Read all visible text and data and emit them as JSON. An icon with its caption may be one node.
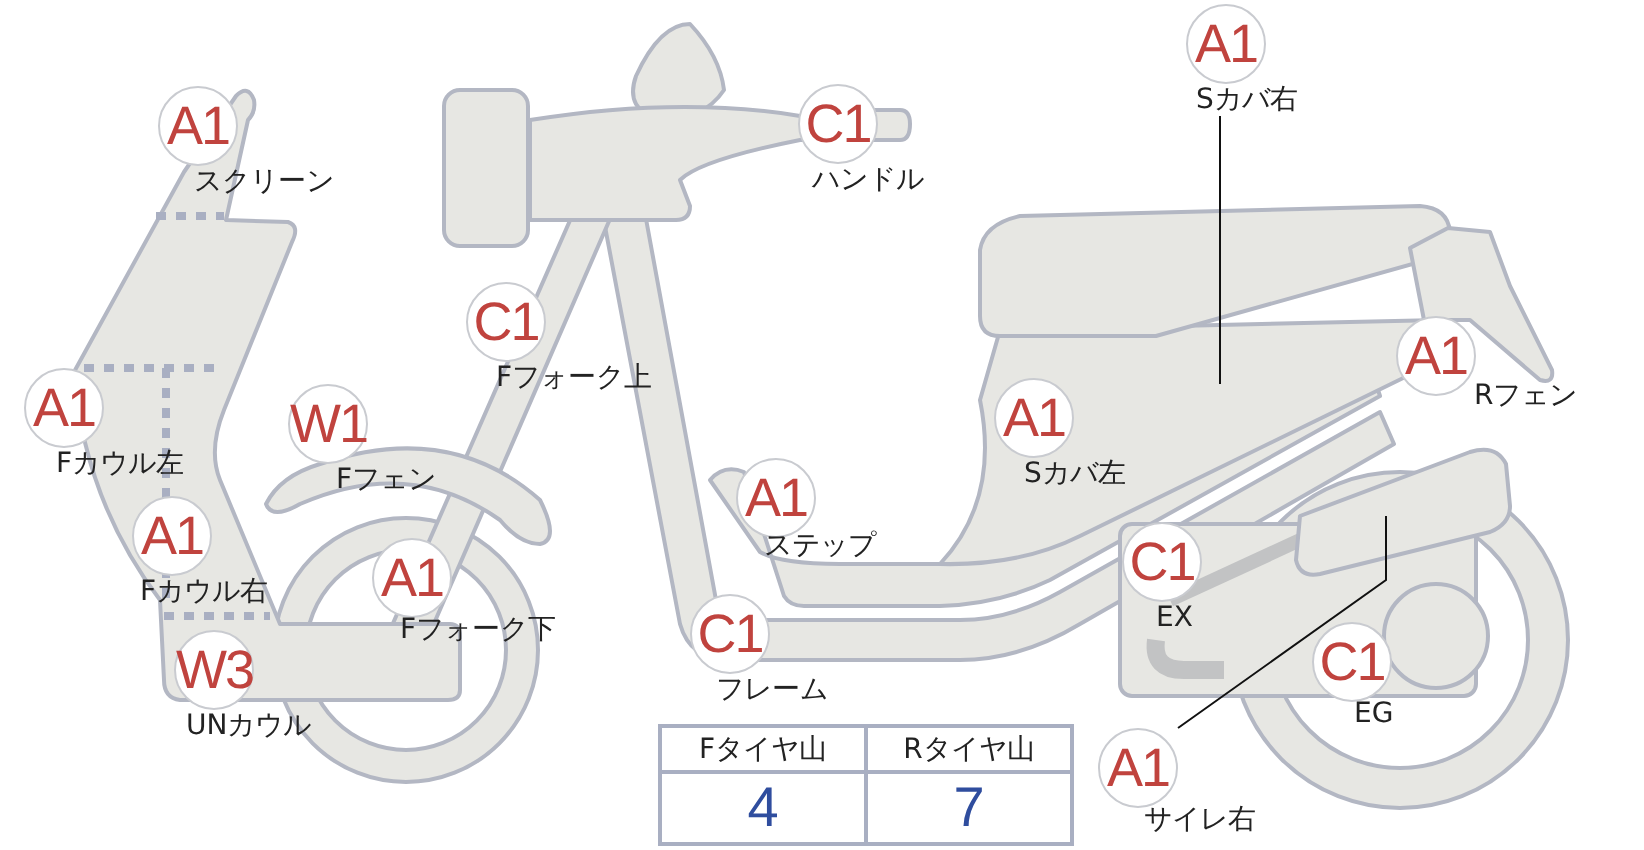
{
  "diagram": {
    "nodes": [
      {
        "text": [
          "A1"
        ],
        "beside": [
          "スクリーン"
        ]
      },
      {
        "text": [
          "C1"
        ],
        "beside": [
          "ハンドル"
        ]
      },
      {
        "text": [
          "A1"
        ],
        "beside": [
          "Sカバ右"
        ]
      },
      {
        "text": [
          "C1"
        ],
        "beside": [
          "Fフォーク上"
        ]
      },
      {
        "text": [
          "A1"
        ],
        "beside": [
          "Rフェン"
        ]
      },
      {
        "text": [
          "A1"
        ],
        "beside": [
          "Fカウル左"
        ]
      },
      {
        "text": [
          "W1"
        ],
        "beside": [
          "Fフェン"
        ]
      },
      {
        "text": [
          "A1"
        ],
        "beside": [
          "Sカバ左"
        ]
      },
      {
        "text": [
          "A1"
        ],
        "beside": [
          "ステップ"
        ]
      },
      {
        "text": [
          "A1"
        ],
        "beside": [
          "Fカウル右"
        ]
      },
      {
        "text": [
          "A1"
        ],
        "beside": [
          "Fフォーク下"
        ]
      },
      {
        "text": [
          "C1"
        ],
        "beside": [
          "EX"
        ]
      },
      {
        "text": [
          "C1"
        ],
        "beside": [
          "フレーム"
        ]
      },
      {
        "text": [
          "C1"
        ],
        "beside": [
          "EG"
        ]
      },
      {
        "text": [
          "W3"
        ],
        "beside": [
          "UNカウル"
        ]
      },
      {
        "text": [
          "A1"
        ],
        "beside": [
          "サイレ右"
        ]
      }
    ],
    "edges": [
      {
        "from": 2,
        "to": null,
        "arrow": "none"
      },
      {
        "from": 15,
        "to": null,
        "arrow": "none"
      }
    ],
    "labels": [
      "Fタイヤ山",
      "Rタイヤ山",
      "4",
      "7"
    ]
  }
}
